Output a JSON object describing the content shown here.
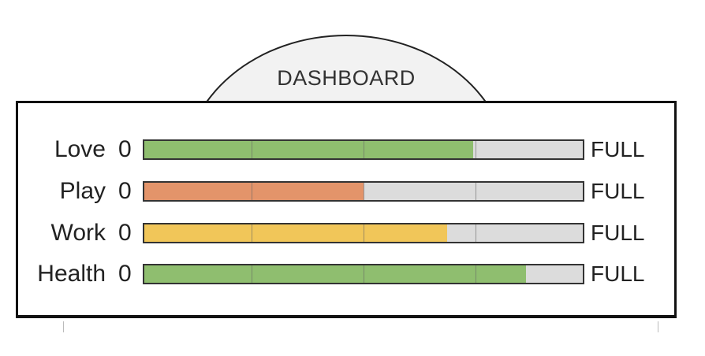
{
  "dashboard": {
    "title": "DASHBOARD",
    "rows": [
      {
        "label": "Love",
        "min_label": "0",
        "max_label": "FULL",
        "level": 0.75,
        "color": "#8fbe6f"
      },
      {
        "label": "Play",
        "min_label": "0",
        "max_label": "FULL",
        "level": 0.5,
        "color": "#e3946a"
      },
      {
        "label": "Work",
        "min_label": "0",
        "max_label": "FULL",
        "level": 0.69,
        "color": "#f1c659"
      },
      {
        "label": "Health",
        "min_label": "0",
        "max_label": "FULL",
        "level": 0.87,
        "color": "#8fbe6f"
      }
    ],
    "empty_color": "#dcdcdc"
  }
}
